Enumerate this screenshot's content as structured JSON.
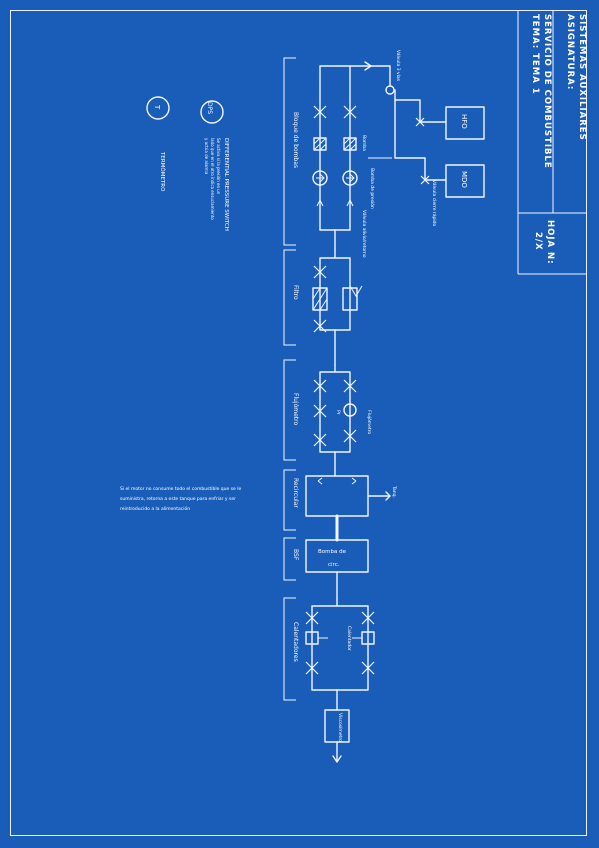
{
  "title_block": {
    "subject_label": "ASIGNATURA:",
    "subject": "SISTEMAS AUXILIARES",
    "topic_label": "TEMA: TEMA 1",
    "topic": "SERVICIO DE COMBUSTIBLE",
    "sheet_label": "HOJA N:",
    "sheet": "2/X"
  },
  "stages": {
    "pump_block": "Bloque de bombas",
    "filter": "Filtro",
    "flowmeter": "Flujómetro",
    "return_tank": "Recircular",
    "bsf": "BSF",
    "heater": "Calentadores"
  },
  "tanks": {
    "hfo": "HFO",
    "mdo": "MDO"
  },
  "labels": {
    "three_way_valve": "Válvula 3 vías",
    "quick_close_valve": "Válvula cierre rápido",
    "pump_label": "Bomba",
    "pressure_pump": "Bomba de presión",
    "relief_valve": "Válvula alivio/retorno",
    "flowmeter_tag": "Flujómetro",
    "flowmeter_sub": "Pr",
    "tank_out": "Tanq.",
    "booster": "Bomba de",
    "booster2": "circ.",
    "heater_tag": "Calentador",
    "viscosimeter": "Viscosímetro"
  },
  "legend": {
    "dps_symbol": "DPS",
    "dps_title": "DIFFERENTIAL PRESSURE SWITCH",
    "dps_line1": "Se activa si la presión en un",
    "dps_line2": "lado que en el otro indica ensuciamiento",
    "dps_line3": "y actúa de alarma",
    "t_symbol": "T",
    "t_title": "TERMÓMETRO"
  },
  "note": {
    "line1": "Si el motor no consume todo el combustible que se le",
    "line2": "suministra, retorna a este tanque para enfriar y ser",
    "line3": "reintroducido a la alimentación"
  }
}
